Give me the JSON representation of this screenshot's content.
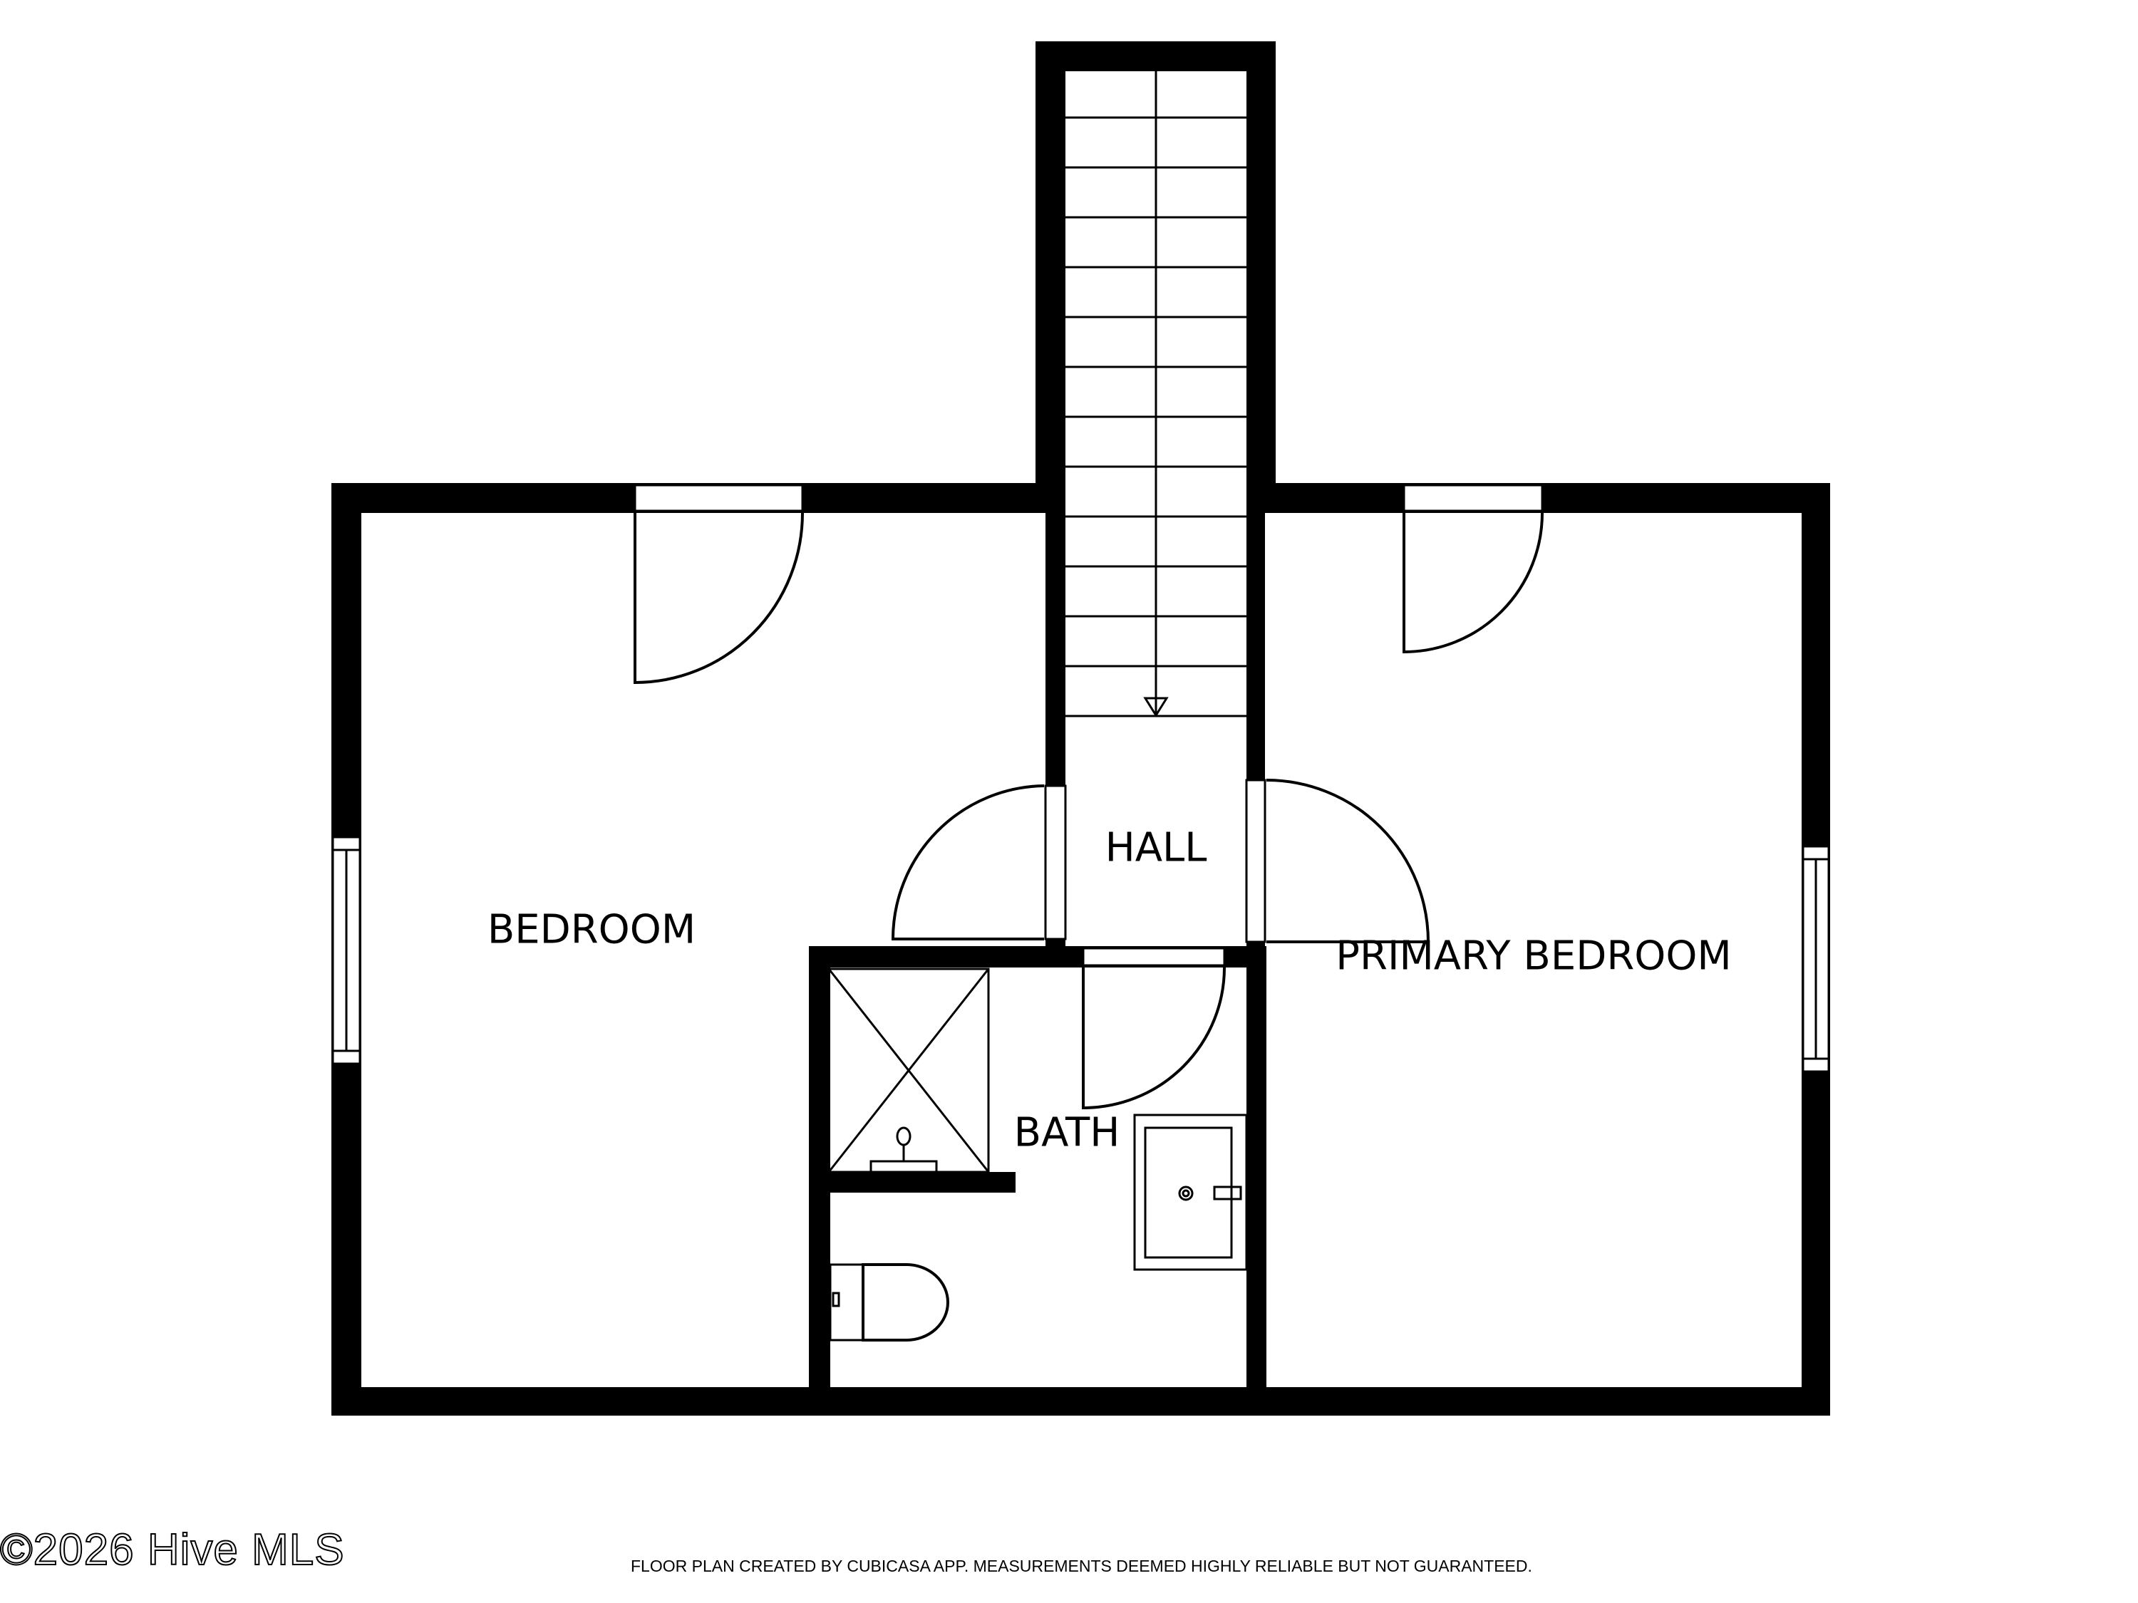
{
  "floor_plan": {
    "rooms": [
      {
        "id": "bedroom",
        "label": "BEDROOM"
      },
      {
        "id": "hall",
        "label": "HALL"
      },
      {
        "id": "primary_bedroom",
        "label": "PRIMARY BEDROOM"
      },
      {
        "id": "bath",
        "label": "BATH"
      }
    ],
    "stairs": {
      "steps": 12,
      "direction": "down"
    },
    "fixtures": [
      "shower",
      "toilet",
      "sink-vanity"
    ],
    "colors": {
      "wall": "#000000",
      "background": "#ffffff"
    }
  },
  "footer": {
    "watermark": "©2026 Hive MLS",
    "disclaimer": "FLOOR PLAN CREATED BY CUBICASA APP. MEASUREMENTS DEEMED HIGHLY RELIABLE BUT NOT GUARANTEED."
  }
}
